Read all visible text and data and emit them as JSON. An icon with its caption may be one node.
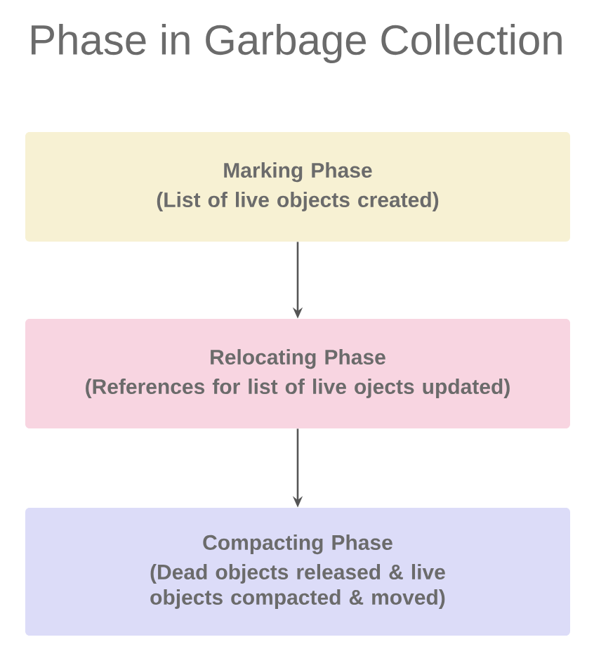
{
  "diagram": {
    "title": "Phase in Garbage Collection",
    "nodes": [
      {
        "text": [
          "Marking Phase",
          "(List of live objects created)"
        ]
      },
      {
        "text": [
          "Relocating Phase",
          "(References for list of live ojects updated)"
        ]
      },
      {
        "text": [
          "Compacting Phase",
          "(Dead objects released & live objects compacted & moved)"
        ]
      }
    ],
    "edges": [
      {
        "from": 0,
        "to": 1,
        "arrow": "to"
      },
      {
        "from": 1,
        "to": 2,
        "arrow": "to"
      }
    ]
  }
}
